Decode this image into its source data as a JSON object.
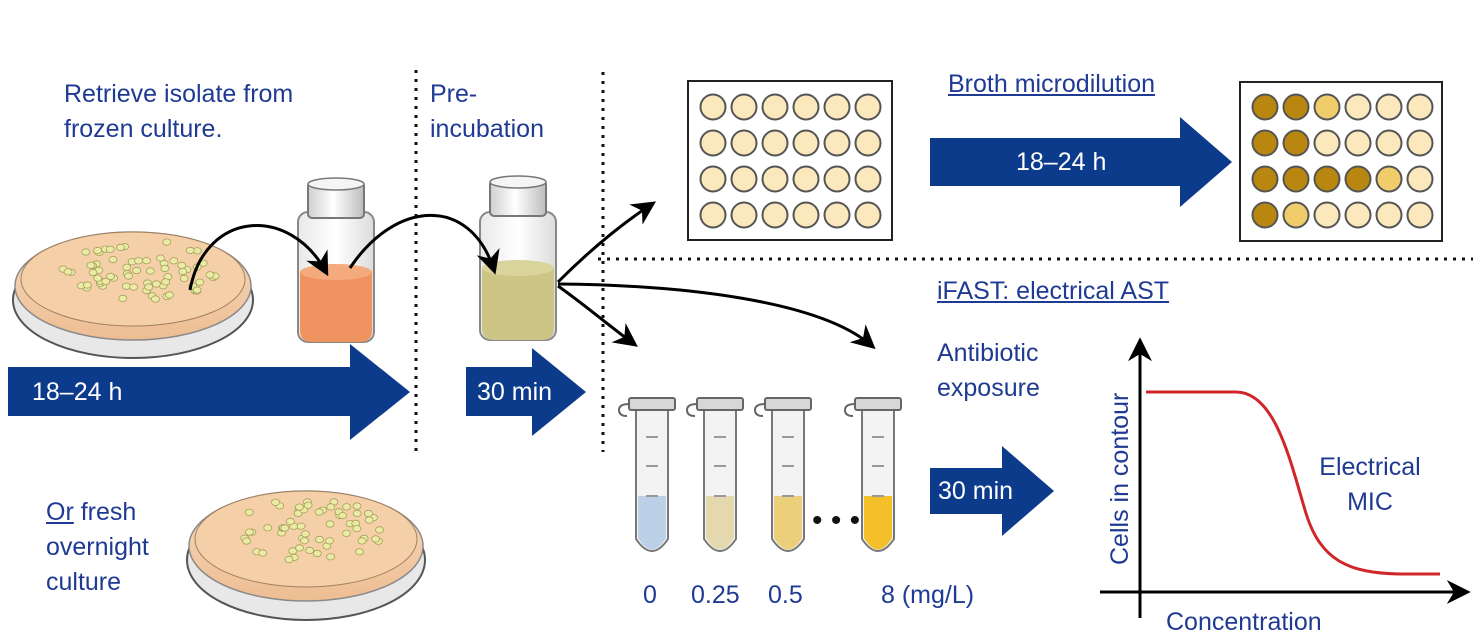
{
  "colors": {
    "text_blue": "#1f3a93",
    "arrow_navy": "#0d3b8c",
    "curve_red": "#d0262a",
    "agar": "#f2c9a1",
    "colony": "#eceba6",
    "vial_orange": "#ef9460",
    "vial_olive": "#ccc585",
    "well_light": "#fbe9bd",
    "well_mid": "#f0cd6a",
    "well_dark": "#b9860f",
    "tube_blue": "#bcd0e8",
    "tube_yellow": "#f4c02a"
  },
  "steps": {
    "retrieve": [
      "Retrieve isolate from",
      "frozen culture."
    ],
    "fresh_prefix": "Or",
    "fresh_rest": " fresh",
    "fresh_lines": [
      "overnight",
      "culture"
    ],
    "preincubation": [
      "Pre-",
      "incubation"
    ],
    "antibiotic_exposure": [
      "Antibiotic",
      "exposure"
    ]
  },
  "arrows": {
    "culture_time": "18–24 h",
    "preincubation_time": "30 min",
    "broth_time": "18–24 h",
    "exposure_time": "30 min"
  },
  "methods": {
    "broth": "Broth microdilution",
    "ifast": "iFAST: electrical AST"
  },
  "plate_before": [
    [
      "light",
      "light",
      "light",
      "light",
      "light",
      "light"
    ],
    [
      "light",
      "light",
      "light",
      "light",
      "light",
      "light"
    ],
    [
      "light",
      "light",
      "light",
      "light",
      "light",
      "light"
    ],
    [
      "light",
      "light",
      "light",
      "light",
      "light",
      "light"
    ]
  ],
  "plate_after": [
    [
      "dark",
      "dark",
      "mid",
      "light",
      "light",
      "light"
    ],
    [
      "dark",
      "dark",
      "light",
      "light",
      "light",
      "light"
    ],
    [
      "dark",
      "dark",
      "dark",
      "dark",
      "mid",
      "light"
    ],
    [
      "dark",
      "mid",
      "light",
      "light",
      "light",
      "light"
    ]
  ],
  "tubes": [
    {
      "label": "0",
      "fill": "tube_blue"
    },
    {
      "label": "0.25",
      "fill": "tube_beige"
    },
    {
      "label": "0.5",
      "fill": "tube_gold"
    },
    {
      "label": "8 (mg/L)",
      "fill": "tube_yellow"
    }
  ],
  "tube_ellipsis": "• • •",
  "graph": {
    "ylabel": "Cells in contour",
    "xlabel": "Concentration",
    "annotation": [
      "Electrical",
      "MIC"
    ]
  }
}
